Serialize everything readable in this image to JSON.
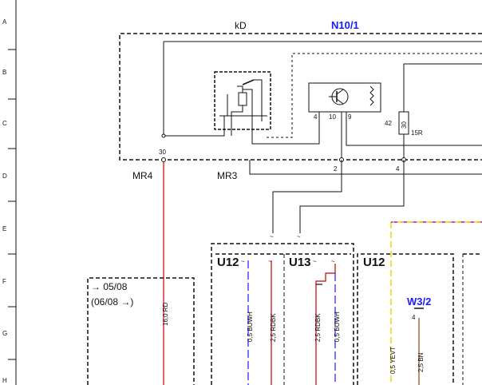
{
  "rows": [
    "A",
    "B",
    "C",
    "D",
    "E",
    "F",
    "G",
    "H"
  ],
  "relay": {
    "label": "kD",
    "module": "N10/1"
  },
  "connectors": {
    "left": "MR4",
    "right": "MR3"
  },
  "pins": {
    "p30": "30",
    "p4a": "4",
    "p10": "10",
    "p9": "9",
    "p42": "42",
    "p2": "2",
    "p4b": "4",
    "p4c": "4"
  },
  "fuse": {
    "value": "30",
    "rating": "15R"
  },
  "validity": {
    "from": "→ 05/08",
    "range": "(06/08 →)"
  },
  "headers": [
    "U12",
    "U13",
    "U12"
  ],
  "component": "W3/2",
  "wires": {
    "rd": "16,0 RD",
    "buwh1": "0,5 BUWH",
    "rdbk1": "2,5 RDBK",
    "rdbk2": "2,5 RDBK",
    "buwh2": "0,5 BUWH",
    "yevt": "0,5 YEVT",
    "bn": "2,5 BN"
  },
  "colors": {
    "red": "#cc0000",
    "blue": "#1a1aff",
    "yellow": "#e8d800",
    "magenta": "#cc00cc",
    "line": "#111111"
  }
}
